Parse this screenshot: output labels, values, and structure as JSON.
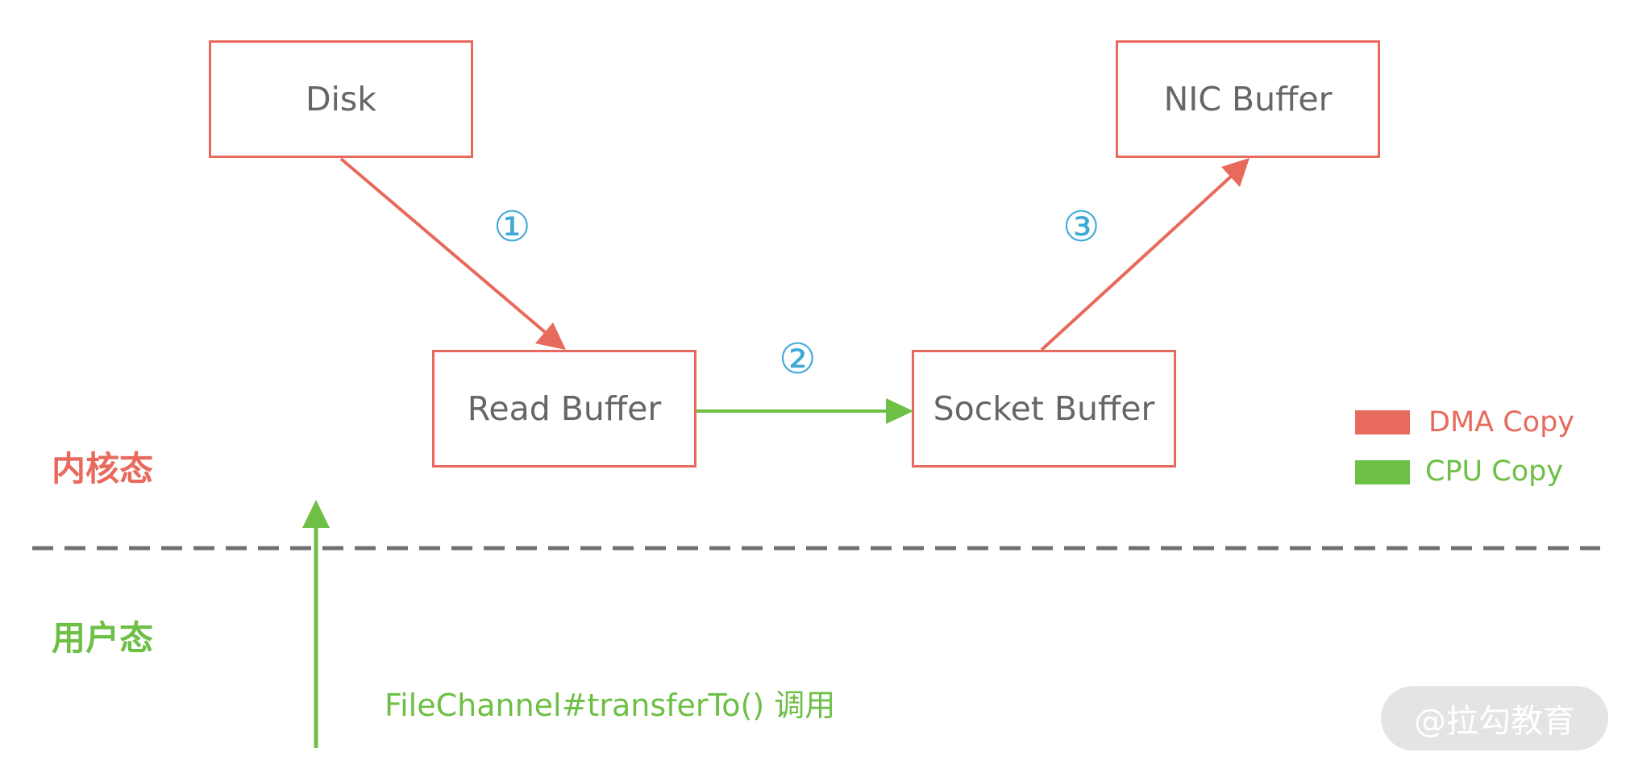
{
  "boxes": {
    "disk": "Disk",
    "nic_buffer": "NIC Buffer",
    "read_buffer": "Read Buffer",
    "socket_buffer": "Socket Buffer"
  },
  "steps": {
    "step1": "①",
    "step2": "②",
    "step3": "③"
  },
  "zones": {
    "kernel": "内核态",
    "user": "用户态"
  },
  "legend": {
    "dma": {
      "label": "DMA Copy",
      "color": "#e86a5c"
    },
    "cpu": {
      "label": "CPU Copy",
      "color": "#6dbf45"
    }
  },
  "call_label": "FileChannel#transferTo() 调用",
  "watermark": "@拉勾教育",
  "colors": {
    "dma": "#e86a5c",
    "cpu": "#6dbf45",
    "step": "#3fa9d6",
    "divider": "#707070"
  }
}
